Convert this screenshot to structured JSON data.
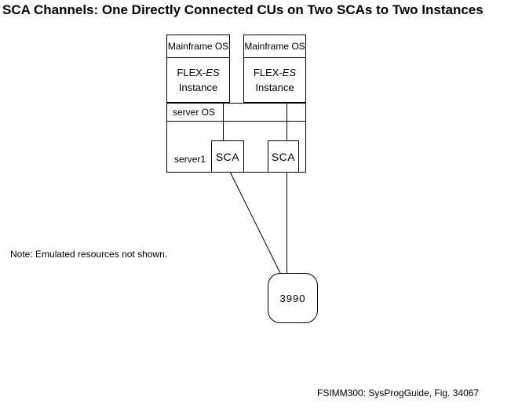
{
  "title": "SCA Channels: One Directly Connected CUs on Two SCAs to Two Instances",
  "instances": [
    {
      "os": "Mainframe OS",
      "flex_prefix": "FLEX-",
      "flex_em": "ES",
      "instance": "Instance"
    },
    {
      "os": "Mainframe OS",
      "flex_prefix": "FLEX-",
      "flex_em": "ES",
      "instance": "Instance"
    }
  ],
  "server": {
    "os": "server OS",
    "name": "server1"
  },
  "scas": [
    {
      "label": "SCA"
    },
    {
      "label": "SCA"
    }
  ],
  "cu": {
    "label": "3990"
  },
  "note": "Note: Emulated resources not shown.",
  "caption": "FSIMM300: SysProgGuide, Fig. 34067",
  "colors": {
    "background": "#ffffff",
    "line": "#000000",
    "text": "#000000"
  }
}
